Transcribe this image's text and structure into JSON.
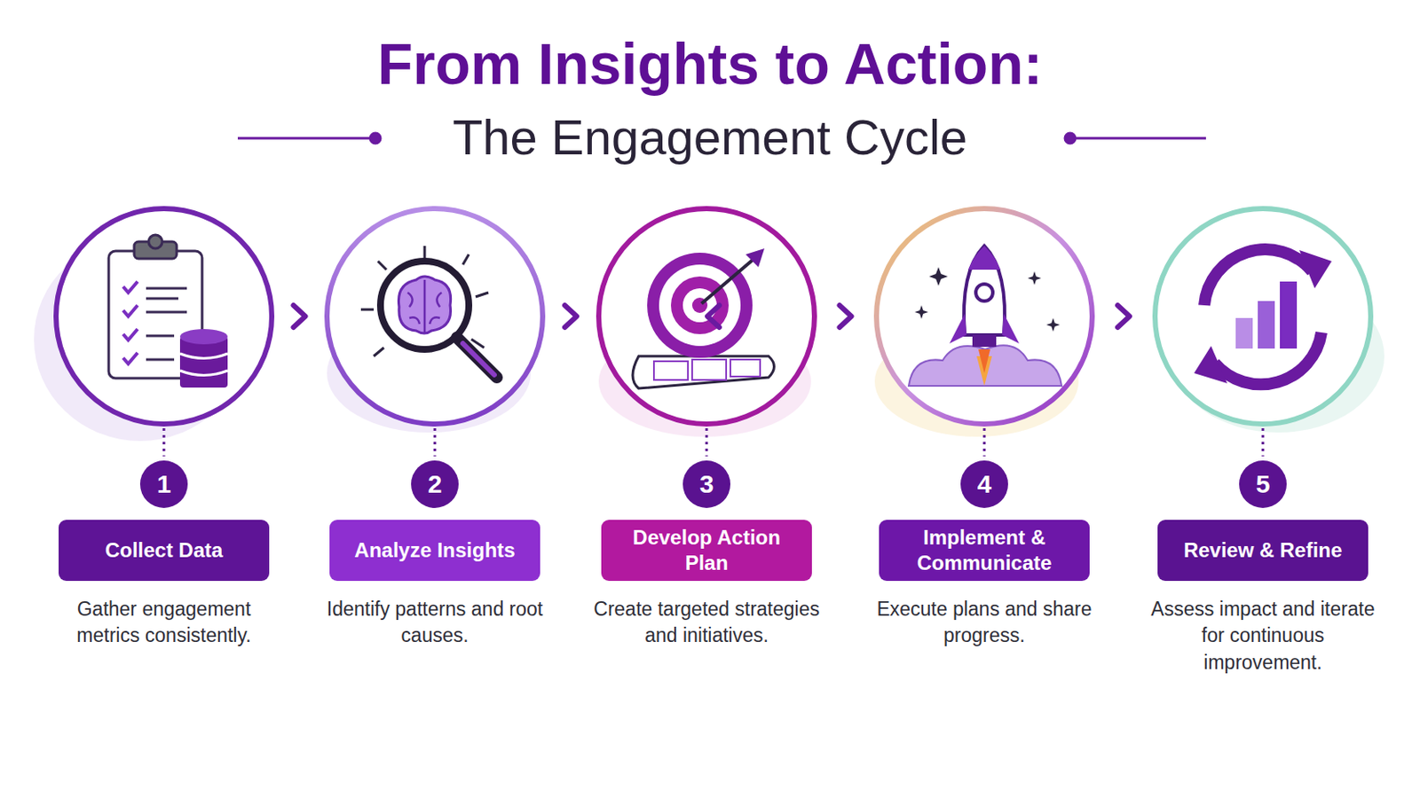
{
  "diagram": {
    "title": "From Insights to Action:",
    "nodes": [
      {
        "text": [
          "Collect Data",
          "Gather engagement metrics consistently."
        ]
      },
      {
        "text": [
          "Analyze Insights",
          "Identify patterns and root causes."
        ]
      },
      {
        "text": [
          "Develop Action Plan",
          "Create targeted strategies and initiatives."
        ]
      },
      {
        "text": [
          "Implement & Communicate",
          "Execute plans and share progress."
        ]
      },
      {
        "text": [
          "Review & Refine",
          "Assess impact and iterate for continuous improvement."
        ]
      }
    ],
    "edges": [
      {
        "from": 0,
        "to": 1,
        "arrow": "to"
      },
      {
        "from": 1,
        "to": 2,
        "arrow": "to"
      },
      {
        "from": 2,
        "to": 3,
        "arrow": "to"
      },
      {
        "from": 3,
        "to": 4,
        "arrow": "to"
      },
      {
        "from": 4,
        "to": 0,
        "arrow": "to"
      }
    ],
    "labels": [
      "The Engagement Cycle",
      "1",
      "2",
      "3",
      "4",
      "5"
    ]
  }
}
